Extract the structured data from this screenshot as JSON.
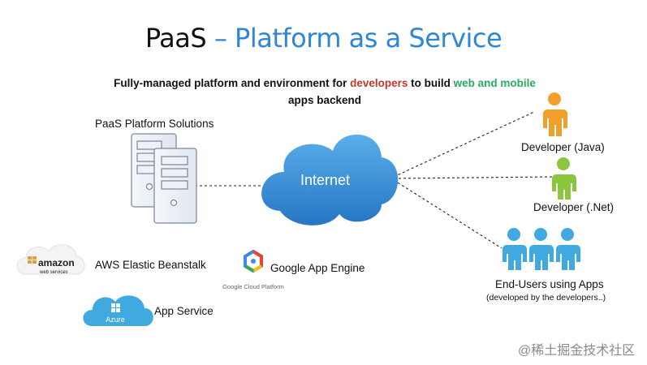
{
  "title": {
    "part1": "PaaS",
    "part2": " – Platform as a Service"
  },
  "subtitle": {
    "pre": "Fully-managed platform and environment for ",
    "developers": "developers",
    "mid": " to build ",
    "web_mobile": "web and mobile",
    "line2": "apps backend"
  },
  "platform_solutions_label": "PaaS Platform Solutions",
  "cloud_label": "Internet",
  "developer_java_label": "Developer (Java)",
  "developer_net_label": "Developer (.Net)",
  "end_users_label": "End-Users using Apps",
  "end_users_sub": "(developed by the developers..)",
  "providers": {
    "aws_logo_text": "amazon",
    "aws_logo_sub": "web services",
    "aws_label": "AWS Elastic Beanstalk",
    "google_label": "Google App Engine",
    "google_logo_sub": "Google Cloud Platform",
    "azure_logo_text": "Azure",
    "azure_label": "App Service"
  },
  "watermark": "@稀土掘金技术社区",
  "colors": {
    "title_accent": "#2e86d6",
    "developers_highlight": "#c0392b",
    "web_mobile_highlight": "#27ae60",
    "cloud": "#3a8ed8",
    "person_orange": "#f0a02a",
    "person_green": "#8cc63f",
    "person_blue": "#3fa9e0"
  }
}
